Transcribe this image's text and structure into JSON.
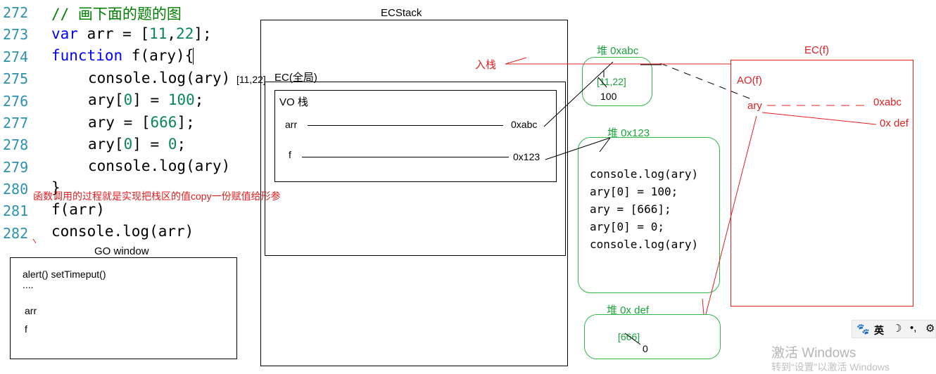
{
  "code": {
    "line_numbers": [
      "272",
      "273",
      "274",
      "275",
      "276",
      "277",
      "278",
      "279",
      "280",
      "281",
      "282"
    ],
    "comment": "// 画下面的题的图",
    "l273_kw": "var",
    "l273_a": " arr = [",
    "l273_n1": "11",
    "l273_c": ",",
    "l273_n2": "22",
    "l273_b": "];",
    "l274_kw": "function",
    "l274_a": " f(ary){",
    "l275": "console.log(ary)",
    "l276_a": "ary[",
    "l276_n0": "0",
    "l276_b": "] = ",
    "l276_n": "100",
    "l276_c": ";",
    "l277_a": "ary = [",
    "l277_n": "666",
    "l277_b": "];",
    "l278_a": "ary[",
    "l278_n0": "0",
    "l278_b": "] = ",
    "l278_n": "0",
    "l278_c": ";",
    "l279": "console.log(ary)",
    "l280": "}",
    "l281": "f(arr)",
    "l282": "console.log(arr)",
    "inline_output": "[11,22]",
    "annotation": "函数调用的过程就是实现把栈区的值copy一份赋值给形参"
  },
  "go": {
    "title": "GO    window",
    "line1": "alert()  setTimeput()",
    "line2": "....",
    "line3": "arr",
    "line4": "f"
  },
  "ecstack": {
    "title": "ECStack",
    "ec_global": "EC(全局)",
    "vo": "VO   栈",
    "arr": "arr",
    "arr_val": "0xabc",
    "f": "f",
    "f_val": "0x123"
  },
  "push_label": "入栈",
  "heap_abc": {
    "title": "堆 0xabc",
    "orig": "[11,22]",
    "val": "100"
  },
  "heap_123": {
    "title": "堆 0x123",
    "lines": [
      "console.log(ary)",
      "ary[0] = 100;",
      "ary = [666];",
      "ary[0] = 0;",
      "console.log(ary)"
    ]
  },
  "heap_def": {
    "title": "堆 0x def",
    "orig": "[666]",
    "val": "0"
  },
  "ec_f": {
    "title": "EC(f)",
    "ao": "AO(f)",
    "ary": "ary",
    "val1": "0xabc",
    "val2": "0x def"
  },
  "watermark": {
    "line1": "激活 Windows",
    "line2": "转到“设置”以激活 Windows"
  },
  "ime": {
    "lang": "英"
  }
}
